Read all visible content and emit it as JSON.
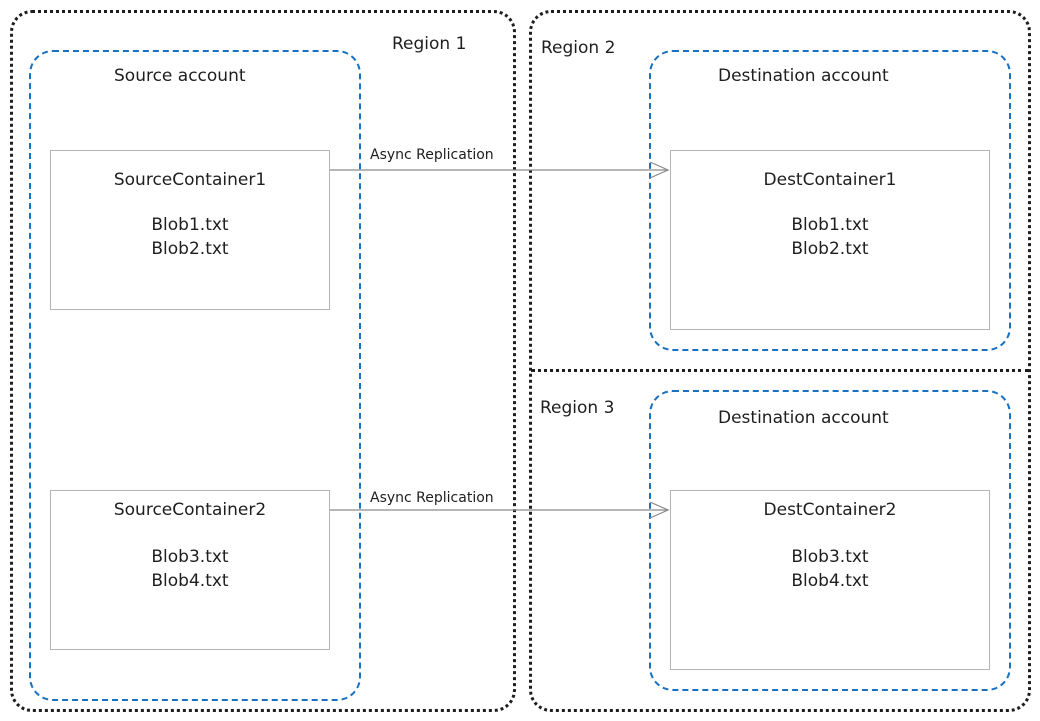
{
  "regions": {
    "region1": "Region 1",
    "region2": "Region 2",
    "region3": "Region 3"
  },
  "accounts": {
    "source": "Source account",
    "dest_region2": "Destination account",
    "dest_region3": "Destination account"
  },
  "containers": {
    "source1": {
      "name": "SourceContainer1",
      "blobs": [
        "Blob1.txt",
        "Blob2.txt"
      ]
    },
    "source2": {
      "name": "SourceContainer2",
      "blobs": [
        "Blob3.txt",
        "Blob4.txt"
      ]
    },
    "dest1": {
      "name": "DestContainer1",
      "blobs": [
        "Blob1.txt",
        "Blob2.txt"
      ]
    },
    "dest2": {
      "name": "DestContainer2",
      "blobs": [
        "Blob3.txt",
        "Blob4.txt"
      ]
    }
  },
  "arrows": {
    "replication1": "Async Replication",
    "replication2": "Async Replication"
  },
  "colors": {
    "account_border": "#1971c2",
    "region_border": "#1e1e1e",
    "container_border": "#b4b4b4",
    "arrow": "#8a8a8a"
  }
}
